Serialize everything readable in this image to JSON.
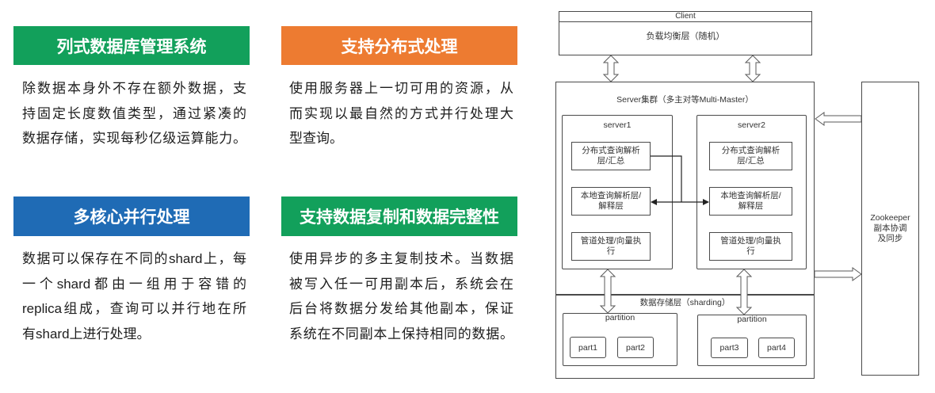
{
  "features": [
    {
      "title": "列式数据库管理系统",
      "color": "#12a05b",
      "lines": [
        "除数据本身外不存在额外数据，支",
        "持固定长度数值类型，通过紧凑的",
        "数据存储，实现每秒亿级运算能力。"
      ]
    },
    {
      "title": "支持分布式处理",
      "color": "#ed7b31",
      "lines": [
        "使用服务器上一切可用的资源，从",
        "而实现以最自然的方式并行处理大",
        "型查询。"
      ]
    },
    {
      "title": "多核心并行处理",
      "color": "#1f6bb5",
      "lines": [
        "数据可以保存在不同的shard上，每",
        "一个shard都由一组用于容错的",
        "replica组成，查询可以并行地在所",
        "有shard上进行处理。"
      ]
    },
    {
      "title": "支持数据复制和数据完整性",
      "color": "#12a05b",
      "lines": [
        "使用异步的多主复制技术。当数据",
        "被写入任一可用副本后，系统会在",
        "后台将数据分发给其他副本，保证",
        "系统在不同副本上保持相同的数据。"
      ]
    }
  ],
  "diagram": {
    "client": {
      "title": "Client",
      "layer": "负载均衡层（随机）"
    },
    "cluster": {
      "title": "Server集群（多主对等Multi-Master）",
      "servers": [
        {
          "name": "server1",
          "layers": [
            [
              "分布式查询解析",
              "层/汇总"
            ],
            [
              "本地查询解析层/",
              "解释层"
            ],
            [
              "管道处理/向量执",
              "行"
            ]
          ]
        },
        {
          "name": "server2",
          "layers": [
            [
              "分布式查询解析",
              "层/汇总"
            ],
            [
              "本地查询解析层/",
              "解释层"
            ],
            [
              "管道处理/向量执",
              "行"
            ]
          ]
        }
      ]
    },
    "storage": {
      "title": "数据存储层（sharding）",
      "partitions": [
        {
          "label": "partition",
          "parts": [
            "part1",
            "part2"
          ]
        },
        {
          "label": "partition",
          "parts": [
            "part3",
            "part4"
          ]
        }
      ]
    },
    "zookeeper": {
      "lines": [
        "Zookeeper",
        "副本协调",
        "及同步"
      ]
    }
  }
}
